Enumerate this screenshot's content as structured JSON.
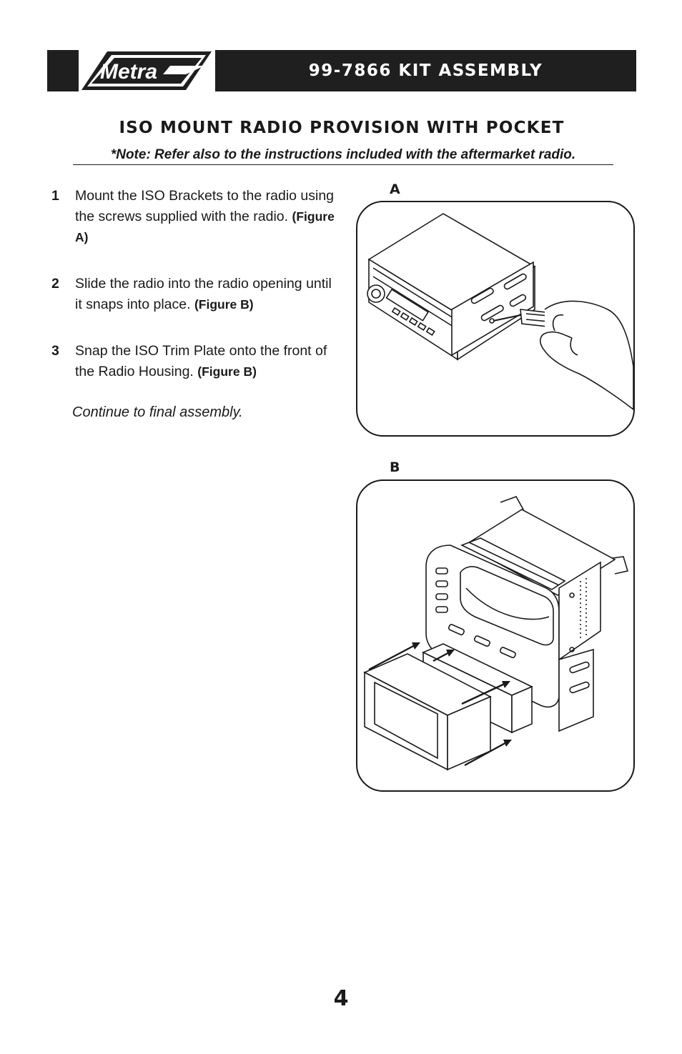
{
  "header": {
    "logo_text": "Metra",
    "title": "99-7866 KIT ASSEMBLY"
  },
  "section": {
    "title": "ISO MOUNT RADIO PROVISION WITH POCKET",
    "note": "*Note: Refer also to the instructions included with the aftermarket radio."
  },
  "steps": [
    {
      "number": "1",
      "text": "Mount the ISO Brackets to the radio using the screws supplied with the radio. ",
      "ref": "(Figure A)"
    },
    {
      "number": "2",
      "text": "Slide the radio into the radio opening until it snaps into place. ",
      "ref": "(Figure B)"
    },
    {
      "number": "3",
      "text": "Snap the ISO Trim Plate onto the front of the Radio Housing. ",
      "ref": "(Figure B)"
    }
  ],
  "continue_text": "Continue to final assembly.",
  "figures": {
    "a_label": "A",
    "b_label": "B"
  },
  "page_number": "4",
  "colors": {
    "header_bg": "#1f1f1f",
    "header_text": "#ffffff",
    "ink": "#1a1a1a"
  }
}
